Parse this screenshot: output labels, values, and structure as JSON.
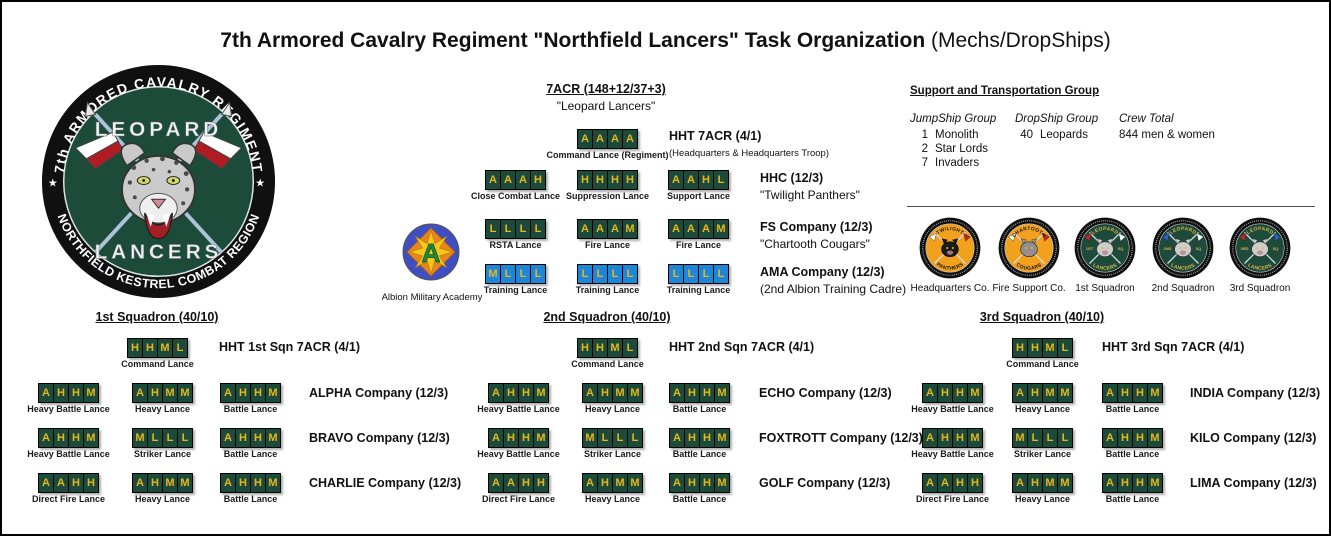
{
  "title": {
    "main": "7th Armored Cavalry Regiment \"Northfield Lancers\" Task Organization",
    "suffix": " (Mechs/DropShips)"
  },
  "colors": {
    "lance_green": "#1d4b3b",
    "lance_blue": "#1e86d8",
    "mech_letter": "#e7b71a",
    "badge_orange": "#f2a11c",
    "badge_green": "#1e4a3a",
    "crest_green": "#1d4b3a"
  },
  "logo": {
    "ring_top": "7th ARMORED CAVALRY REGIMENT",
    "ring_bottom": "NORTHFIELD KESTREL COMBAT REGION",
    "center_top": "LEOPARD",
    "center_bottom": "LANCERS",
    "star": "★"
  },
  "academy": {
    "label": "Albion Military Academy"
  },
  "hq": {
    "header": "7ACR (148+12/37+3)",
    "nickname": "\"Leopard Lancers\"",
    "command": {
      "title": "HHT 7ACR (4/1)",
      "subtitle": "(Headquarters & Headquarters Troop)",
      "lance": {
        "label": "Command Lance (Regiment)",
        "cells": [
          "A",
          "A",
          "A",
          "A"
        ],
        "color": "green"
      }
    },
    "rows": [
      {
        "title": "HHC (12/3)",
        "subtitle": "\"Twilight Panthers\"",
        "lances": [
          {
            "label": "Close Combat Lance",
            "cells": [
              "A",
              "A",
              "A",
              "H"
            ],
            "color": "green"
          },
          {
            "label": "Suppression Lance",
            "cells": [
              "H",
              "H",
              "H",
              "H"
            ],
            "color": "green"
          },
          {
            "label": "Support Lance",
            "cells": [
              "A",
              "A",
              "H",
              "L"
            ],
            "color": "green"
          }
        ]
      },
      {
        "title": "FS Company (12/3)",
        "subtitle": "\"Chartooth Cougars\"",
        "lances": [
          {
            "label": "RSTA Lance",
            "cells": [
              "L",
              "L",
              "L",
              "L"
            ],
            "color": "green"
          },
          {
            "label": "Fire Lance",
            "cells": [
              "A",
              "A",
              "A",
              "M"
            ],
            "color": "green"
          },
          {
            "label": "Fire Lance",
            "cells": [
              "A",
              "A",
              "A",
              "M"
            ],
            "color": "green"
          }
        ]
      },
      {
        "title": "AMA Company (12/3)",
        "subtitle": "(2nd Albion Training Cadre)",
        "lances": [
          {
            "label": "Training Lance",
            "cells": [
              "M",
              "L",
              "L",
              "L"
            ],
            "color": "blue"
          },
          {
            "label": "Training Lance",
            "cells": [
              "L",
              "L",
              "L",
              "L"
            ],
            "color": "blue"
          },
          {
            "label": "Training Lance",
            "cells": [
              "L",
              "L",
              "L",
              "L"
            ],
            "color": "blue"
          }
        ]
      }
    ]
  },
  "support": {
    "header": "Support and Transportation Group",
    "columns": [
      {
        "header": "JumpShip Group",
        "rows": [
          [
            "1",
            "Monolith"
          ],
          [
            "2",
            "Star Lords"
          ],
          [
            "7",
            "Invaders"
          ]
        ]
      },
      {
        "header": "DropShip Group",
        "rows": [
          [
            "40",
            "Leopards"
          ]
        ]
      },
      {
        "header": "Crew Total",
        "rows": [
          "844 men & women"
        ]
      }
    ]
  },
  "badges": [
    {
      "label": "Headquarters Co.",
      "style": "orange",
      "animal": "panther",
      "top": "TWILIGHT",
      "bottom": "PANTHERS",
      "pennant": [
        "#ffffff",
        "#c22525"
      ]
    },
    {
      "label": "Fire Support Co.",
      "style": "orange",
      "animal": "cougar",
      "top": "CHARTOOTH",
      "bottom": "COUGARS",
      "pennant": [
        "#ffffff",
        "#c22525"
      ]
    },
    {
      "label": "1st Squadron",
      "style": "green",
      "animal": "leopard",
      "top": "LEOPARD",
      "bottom": "LANCERS",
      "left": "1ST",
      "right": "SQ",
      "pennant": [
        "#c22525",
        "#ffffff"
      ]
    },
    {
      "label": "2nd Squadron",
      "style": "green",
      "animal": "leopard",
      "top": "LEOPARD",
      "bottom": "LANCERS",
      "left": "2ND",
      "right": "SQ",
      "pennant": [
        "#2d5fd0",
        "#ffffff"
      ]
    },
    {
      "label": "3rd Squadron",
      "style": "green",
      "animal": "leopard",
      "top": "LEOPARD",
      "bottom": "LANCERS",
      "left": "3RD",
      "right": "SQ",
      "pennant": [
        "#c22525",
        "#2d5fd0"
      ]
    }
  ],
  "squadrons": [
    {
      "header": "1st Squadron (40/10)",
      "command": {
        "title": "HHT 1st Sqn 7ACR (4/1)",
        "lance": {
          "label": "Command Lance",
          "cells": [
            "H",
            "H",
            "M",
            "L"
          ],
          "color": "green"
        }
      },
      "companies": [
        {
          "title": "ALPHA Company (12/3)",
          "lances": [
            {
              "label": "Heavy Battle Lance",
              "cells": [
                "A",
                "H",
                "H",
                "M"
              ],
              "color": "green"
            },
            {
              "label": "Heavy Lance",
              "cells": [
                "A",
                "H",
                "M",
                "M"
              ],
              "color": "green"
            },
            {
              "label": "Battle Lance",
              "cells": [
                "A",
                "H",
                "H",
                "M"
              ],
              "color": "green"
            }
          ]
        },
        {
          "title": "BRAVO Company (12/3)",
          "lances": [
            {
              "label": "Heavy Battle Lance",
              "cells": [
                "A",
                "H",
                "H",
                "M"
              ],
              "color": "green"
            },
            {
              "label": "Striker Lance",
              "cells": [
                "M",
                "L",
                "L",
                "L"
              ],
              "color": "green"
            },
            {
              "label": "Battle Lance",
              "cells": [
                "A",
                "H",
                "H",
                "M"
              ],
              "color": "green"
            }
          ]
        },
        {
          "title": "CHARLIE Company (12/3)",
          "lances": [
            {
              "label": "Direct Fire Lance",
              "cells": [
                "A",
                "A",
                "H",
                "H"
              ],
              "color": "green"
            },
            {
              "label": "Heavy Lance",
              "cells": [
                "A",
                "H",
                "M",
                "M"
              ],
              "color": "green"
            },
            {
              "label": "Battle Lance",
              "cells": [
                "A",
                "H",
                "H",
                "M"
              ],
              "color": "green"
            }
          ]
        }
      ]
    },
    {
      "header": "2nd Squadron (40/10)",
      "command": {
        "title": "HHT 2nd Sqn 7ACR (4/1)",
        "lance": {
          "label": "Command Lance",
          "cells": [
            "H",
            "H",
            "M",
            "L"
          ],
          "color": "green"
        }
      },
      "companies": [
        {
          "title": "ECHO Company (12/3)",
          "lances": [
            {
              "label": "Heavy Battle Lance",
              "cells": [
                "A",
                "H",
                "H",
                "M"
              ],
              "color": "green"
            },
            {
              "label": "Heavy Lance",
              "cells": [
                "A",
                "H",
                "M",
                "M"
              ],
              "color": "green"
            },
            {
              "label": "Battle Lance",
              "cells": [
                "A",
                "H",
                "H",
                "M"
              ],
              "color": "green"
            }
          ]
        },
        {
          "title": "FOXTROTT Company (12/3)",
          "lances": [
            {
              "label": "Heavy Battle Lance",
              "cells": [
                "A",
                "H",
                "H",
                "M"
              ],
              "color": "green"
            },
            {
              "label": "Striker Lance",
              "cells": [
                "M",
                "L",
                "L",
                "L"
              ],
              "color": "green"
            },
            {
              "label": "Battle Lance",
              "cells": [
                "A",
                "H",
                "H",
                "M"
              ],
              "color": "green"
            }
          ]
        },
        {
          "title": "GOLF Company (12/3)",
          "lances": [
            {
              "label": "Direct Fire Lance",
              "cells": [
                "A",
                "A",
                "H",
                "H"
              ],
              "color": "green"
            },
            {
              "label": "Heavy Lance",
              "cells": [
                "A",
                "H",
                "M",
                "M"
              ],
              "color": "green"
            },
            {
              "label": "Battle Lance",
              "cells": [
                "A",
                "H",
                "H",
                "M"
              ],
              "color": "green"
            }
          ]
        }
      ]
    },
    {
      "header": "3rd Squadron (40/10)",
      "command": {
        "title": "HHT 3rd Sqn 7ACR (4/1)",
        "lance": {
          "label": "Command Lance",
          "cells": [
            "H",
            "H",
            "M",
            "L"
          ],
          "color": "green"
        }
      },
      "companies": [
        {
          "title": "INDIA Company (12/3)",
          "lances": [
            {
              "label": "Heavy Battle Lance",
              "cells": [
                "A",
                "H",
                "H",
                "M"
              ],
              "color": "green"
            },
            {
              "label": "Heavy Lance",
              "cells": [
                "A",
                "H",
                "M",
                "M"
              ],
              "color": "green"
            },
            {
              "label": "Battle Lance",
              "cells": [
                "A",
                "H",
                "H",
                "M"
              ],
              "color": "green"
            }
          ]
        },
        {
          "title": "KILO Company (12/3)",
          "lances": [
            {
              "label": "Heavy Battle Lance",
              "cells": [
                "A",
                "H",
                "H",
                "M"
              ],
              "color": "green"
            },
            {
              "label": "Striker Lance",
              "cells": [
                "M",
                "L",
                "L",
                "L"
              ],
              "color": "green"
            },
            {
              "label": "Battle Lance",
              "cells": [
                "A",
                "H",
                "H",
                "M"
              ],
              "color": "green"
            }
          ]
        },
        {
          "title": "LIMA Company (12/3)",
          "lances": [
            {
              "label": "Direct Fire Lance",
              "cells": [
                "A",
                "A",
                "H",
                "H"
              ],
              "color": "green"
            },
            {
              "label": "Heavy Lance",
              "cells": [
                "A",
                "H",
                "M",
                "M"
              ],
              "color": "green"
            },
            {
              "label": "Battle Lance",
              "cells": [
                "A",
                "H",
                "H",
                "M"
              ],
              "color": "green"
            }
          ]
        }
      ]
    }
  ]
}
